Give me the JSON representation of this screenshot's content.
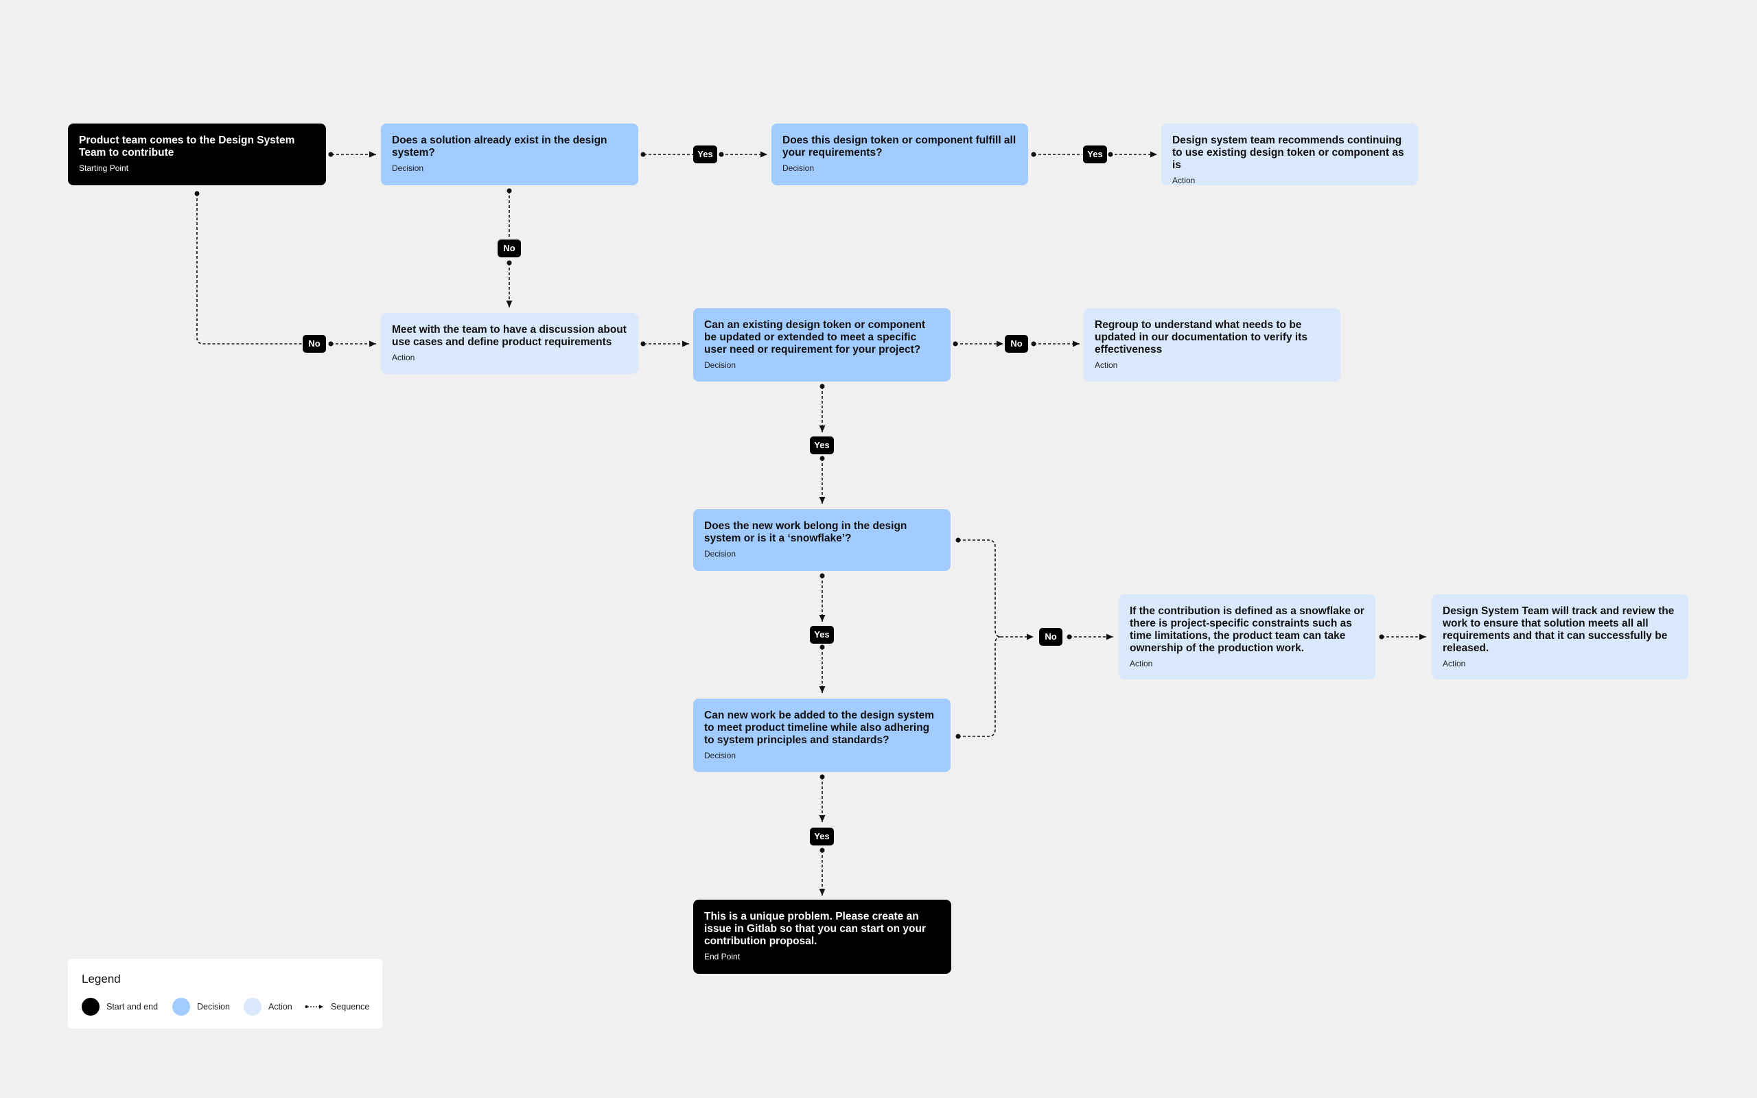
{
  "colors": {
    "background": "#f0f0f0",
    "start_end": "#000000",
    "decision": "#a2cbff",
    "action": "#dae8fb",
    "connector": "#111111"
  },
  "nodes": {
    "start": {
      "text": "Product team comes to the Design System Team to contribute",
      "kind": "Starting Point"
    },
    "q_exists": {
      "text": "Does a solution already exist in the design system?",
      "kind": "Decision"
    },
    "q_fulfill": {
      "text": "Does this design token or component fulfill all your requirements?",
      "kind": "Decision"
    },
    "a_use_existing": {
      "text": "Design system team recommends continuing to use existing design token or component as is",
      "kind": "Action"
    },
    "a_meet_team": {
      "text": "Meet with the team to have a discussion about use cases and define product requirements",
      "kind": "Action"
    },
    "q_extend": {
      "text": "Can an existing design token or component be updated or extended to meet a specific user need or requirement for your project?",
      "kind": "Decision"
    },
    "a_regroup": {
      "text": "Regroup to understand what needs to be updated in our documentation to verify its effectiveness",
      "kind": "Action"
    },
    "q_belong": {
      "text": "Does the new work belong in the design system or is it a ‘snowflake’?",
      "kind": "Decision"
    },
    "q_timeline": {
      "text": "Can new work be added to the design system to meet product timeline while also adhering to system principles and standards?",
      "kind": "Decision"
    },
    "a_snowflake": {
      "text": "If the contribution is defined as a snowflake or there is project-specific constraints such as time limitations, the product team can take ownership of the production work.",
      "kind": "Action"
    },
    "a_track": {
      "text": "Design System Team will track and review the work to ensure that solution meets all all requirements and that it can successfully be released.",
      "kind": "Action"
    },
    "end": {
      "text": "This is a unique problem. Please create an issue in Gitlab so that you can start on your contribution proposal.",
      "kind": "End Point"
    }
  },
  "badges": {
    "yes_exists": "Yes",
    "yes_fulfill": "Yes",
    "no_exists": "No",
    "no_start": "No",
    "no_extend": "No",
    "yes_extend": "Yes",
    "yes_belong": "Yes",
    "no_merge": "No",
    "yes_timeline": "Yes"
  },
  "legend": {
    "title": "Legend",
    "items": [
      {
        "label": "Start and end",
        "icon": "filled-circle-black"
      },
      {
        "label": "Decision",
        "icon": "filled-circle-decision"
      },
      {
        "label": "Action",
        "icon": "filled-circle-action"
      },
      {
        "label": "Sequence",
        "icon": "dotted-arrow"
      }
    ]
  }
}
